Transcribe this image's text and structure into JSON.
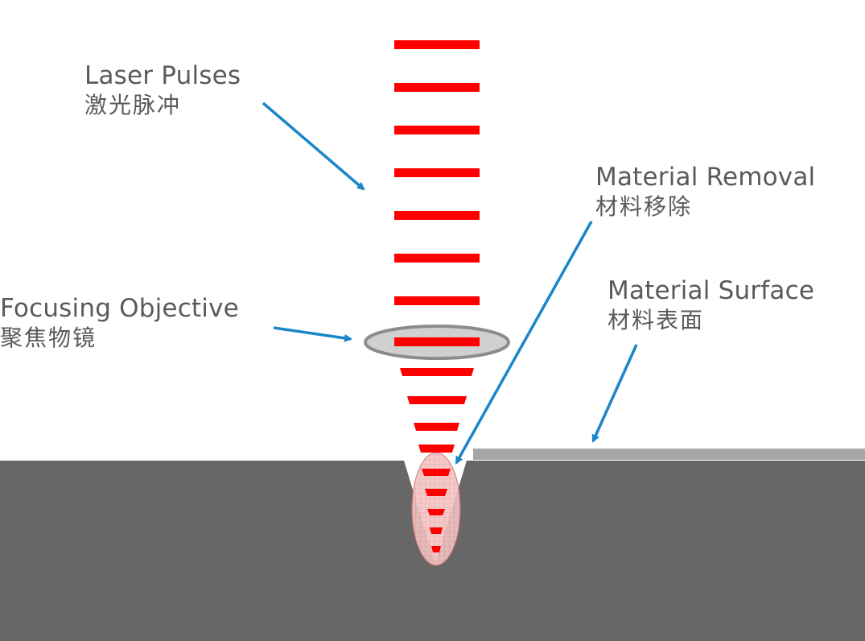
{
  "labels": {
    "laser_pulses": {
      "en": "Laser Pulses",
      "zh": "激光脉冲"
    },
    "focusing_objective": {
      "en": "Focusing Objective",
      "zh": "聚焦物镜"
    },
    "material_removal": {
      "en": "Material Removal",
      "zh": "材料移除"
    },
    "material_surface": {
      "en": "Material Surface",
      "zh": "材料表面"
    }
  },
  "colors": {
    "pulse": "#ff0000",
    "arrow": "#1a86c8",
    "material": "#676767",
    "surface_layer": "#a6a6a6",
    "lens_fill": "#d0d0d0",
    "lens_stroke": "#8c8c8c",
    "text": "#5a5a5a"
  },
  "icons": {
    "arrow": "arrow-icon",
    "lens": "lens-ellipse"
  }
}
